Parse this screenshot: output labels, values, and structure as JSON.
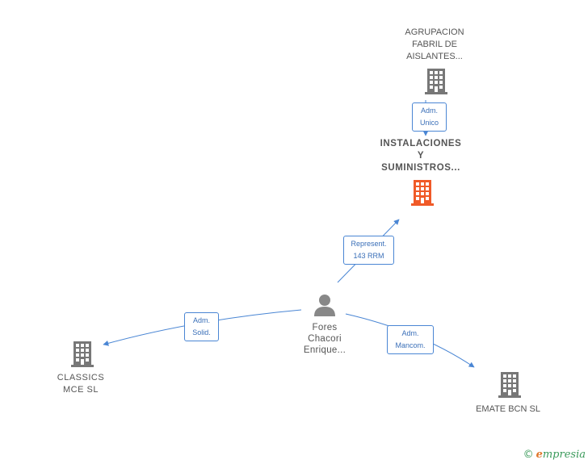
{
  "nodes": {
    "agrupacion": {
      "lines": [
        "AGRUPACION",
        "FABRIL DE",
        "AISLANTES..."
      ],
      "color": "#777777"
    },
    "instalaciones": {
      "lines": [
        "INSTALACIONES",
        "Y",
        "SUMINISTROS..."
      ],
      "color": "#f05a28"
    },
    "person": {
      "lines": [
        "Fores",
        "Chacori",
        "Enrique..."
      ],
      "color": "#888888"
    },
    "classics": {
      "lines": [
        "CLASSICS",
        "MCE SL"
      ],
      "color": "#777777"
    },
    "emate": {
      "lines": [
        "EMATE BCN SL"
      ],
      "color": "#777777"
    }
  },
  "edges": {
    "adm_unico": {
      "lines": [
        "Adm.",
        "Unico"
      ]
    },
    "represent": {
      "lines": [
        "Represent.",
        "143 RRM"
      ]
    },
    "adm_solid": {
      "lines": [
        "Adm.",
        "Solid."
      ]
    },
    "adm_mancom": {
      "lines": [
        "Adm.",
        "Mancom."
      ]
    }
  },
  "colors": {
    "edge": "#4a86d4",
    "company": "#777777",
    "focus": "#f05a28",
    "person": "#888888"
  },
  "brand": {
    "copyright": "©",
    "initial": "e",
    "rest": "mpresia"
  }
}
